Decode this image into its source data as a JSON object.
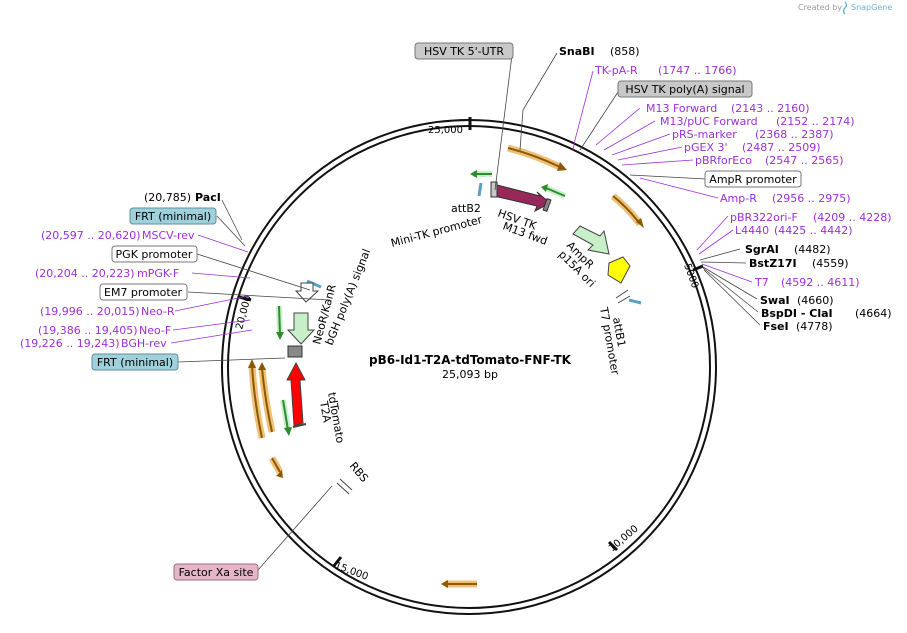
{
  "brand": {
    "created_by": "Created by",
    "name": "SnapGene"
  },
  "plasmid": {
    "name": "pB6-Id1-T2A-tdTomato-FNF-TK",
    "length": "25,093 bp"
  },
  "ticks": [
    "25,000",
    "5000",
    "10,000",
    "15,000",
    "20,000"
  ],
  "right_labels": [
    {
      "name": "SnaBI",
      "pos": "(858)",
      "kind": "enzyme"
    },
    {
      "name": "TK-pA-R",
      "pos": "(1747 .. 1766)",
      "kind": "primer"
    },
    {
      "name": "HSV TK poly(A) signal",
      "pos": "",
      "kind": "box-gray"
    },
    {
      "name": "M13 Forward",
      "pos": "(2143 .. 2160)",
      "kind": "primer"
    },
    {
      "name": "M13/pUC Forward",
      "pos": "(2152 .. 2174)",
      "kind": "primer"
    },
    {
      "name": "pRS-marker",
      "pos": "(2368 .. 2387)",
      "kind": "primer"
    },
    {
      "name": "pGEX 3'",
      "pos": "(2487 .. 2509)",
      "kind": "primer"
    },
    {
      "name": "pBRforEco",
      "pos": "(2547 .. 2565)",
      "kind": "primer"
    },
    {
      "name": "AmpR promoter",
      "pos": "",
      "kind": "box-white"
    },
    {
      "name": "Amp-R",
      "pos": "(2956 .. 2975)",
      "kind": "primer"
    },
    {
      "name": "pBR322ori-F",
      "pos": "(4209 .. 4228)",
      "kind": "primer"
    },
    {
      "name": "L4440",
      "pos": "(4425 .. 4442)",
      "kind": "primer"
    },
    {
      "name": "SgrAI",
      "pos": "(4482)",
      "kind": "enzyme"
    },
    {
      "name": "BstZ17I",
      "pos": "(4559)",
      "kind": "enzyme"
    },
    {
      "name": "T7",
      "pos": "(4592 .. 4611)",
      "kind": "primer"
    },
    {
      "name": "SwaI",
      "pos": "(4660)",
      "kind": "enzyme"
    },
    {
      "name": "BspDI - ClaI",
      "pos": "(4664)",
      "kind": "enzyme"
    },
    {
      "name": "FseI",
      "pos": "(4778)",
      "kind": "enzyme"
    }
  ],
  "left_labels": [
    {
      "name": "PacI",
      "pos": "(20,785)",
      "kind": "enzyme"
    },
    {
      "name": "FRT (minimal)",
      "pos": "",
      "kind": "box-blue"
    },
    {
      "name": "MSCV-rev",
      "pos": "(20,597 .. 20,620)",
      "kind": "primer"
    },
    {
      "name": "PGK promoter",
      "pos": "",
      "kind": "box-white"
    },
    {
      "name": "mPGK-F",
      "pos": "(20,204 .. 20,223)",
      "kind": "primer"
    },
    {
      "name": "EM7 promoter",
      "pos": "",
      "kind": "box-white"
    },
    {
      "name": "Neo-R",
      "pos": "(19,996 .. 20,015)",
      "kind": "primer"
    },
    {
      "name": "Neo-F",
      "pos": "(19,386 .. 19,405)",
      "kind": "primer"
    },
    {
      "name": "BGH-rev",
      "pos": "(19,226 .. 19,243)",
      "kind": "primer"
    },
    {
      "name": "FRT (minimal)",
      "pos": "",
      "kind": "box-blue"
    }
  ],
  "top_boxes": [
    {
      "name": "HSV TK 5'-UTR",
      "kind": "box-gray"
    }
  ],
  "bottom_boxes": [
    {
      "name": "Factor Xa site",
      "kind": "box-pink"
    }
  ],
  "inner_labels": [
    "attB2",
    "HSV TK",
    "M13 fwd",
    "Mini-TK promoter",
    "AmpR",
    "p15A ori",
    "attB1",
    "T7 promoter",
    "NeoR/KanR",
    "bGH poly(A) signal",
    "tdTomato",
    "T2A",
    "RBS"
  ],
  "colors": {
    "enzyme": "#000000",
    "primer": "#9b30d9",
    "box_gray": "#c8c8c8",
    "box_blue": "#9fd1dc",
    "box_pink": "#e4b6c8",
    "hsv_tk": "#96285a",
    "tdtomato": "#ff0000",
    "neo": "#c8f0c8",
    "ori": "#ffff00",
    "amp": "#c8f0c8"
  }
}
